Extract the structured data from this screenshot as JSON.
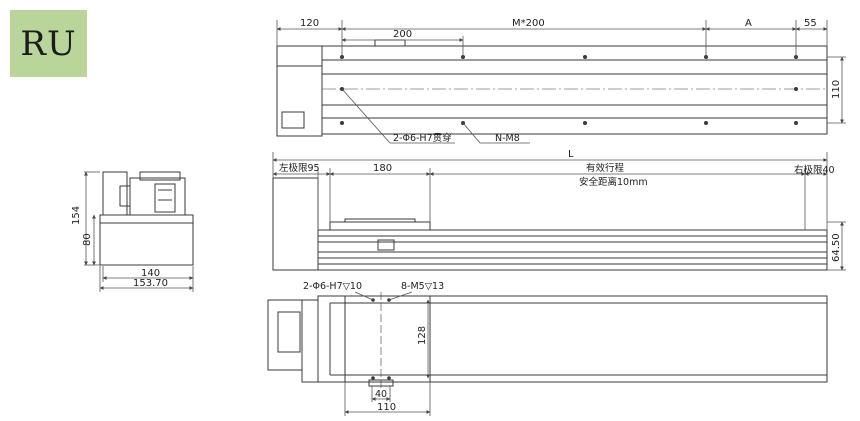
{
  "badge": {
    "text": "RU",
    "color": "#b9d59a"
  },
  "top_view": {
    "dims": {
      "d120": "120",
      "d200": "200",
      "m200": "M*200",
      "a": "A",
      "d55": "55",
      "d110": "110"
    },
    "callouts": {
      "pin_holes": "2-Φ6-H7贯穿",
      "mount_holes": "N-M8"
    }
  },
  "side_view": {
    "dims": {
      "length": "L",
      "left_limit": "左极限95",
      "d180": "180",
      "right_limit": "右极限40",
      "height": "64.50"
    },
    "notes": {
      "stroke": "有效行程",
      "safety": "安全距离10mm"
    }
  },
  "bottom_view": {
    "callouts": {
      "pin_holes": "2-Φ6-H7▽10",
      "thread_holes": "8-M5▽13"
    },
    "dims": {
      "d128": "128",
      "d40": "40",
      "d110": "110"
    }
  },
  "end_view": {
    "dims": {
      "d154": "154",
      "d80": "80",
      "d140": "140",
      "d153": "153.70"
    }
  },
  "colors": {
    "line": "#3a3a3a",
    "dim": "#555555"
  }
}
